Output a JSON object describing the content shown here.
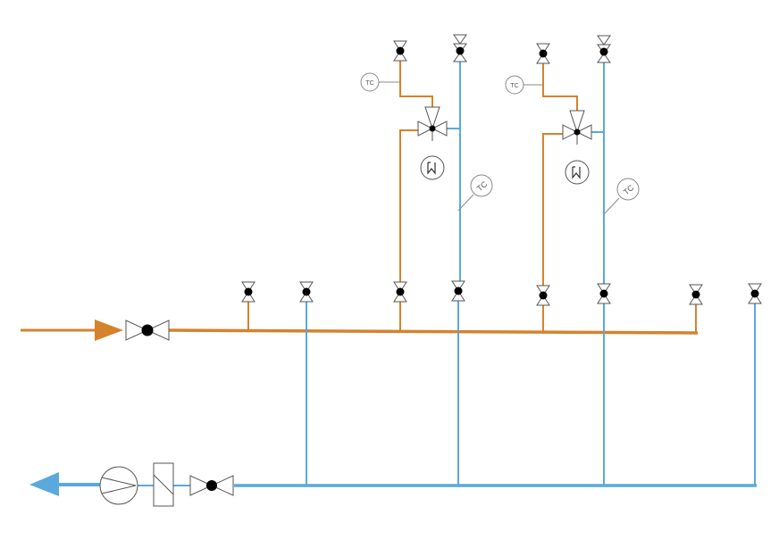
{
  "colors": {
    "hot": "#d4832c",
    "cold": "#5aa9dc",
    "outline": "#555555"
  },
  "controllers": [
    {
      "label": "TC"
    },
    {
      "label": "TC"
    },
    {
      "label": "TC"
    },
    {
      "label": "TC"
    }
  ],
  "icons": {
    "flow_in": "arrow-right-icon",
    "flow_out": "arrow-left-icon",
    "pump": "pump-icon",
    "filter": "filter-icon",
    "valve": "valve-icon",
    "mixing_valve": "three-way-valve-icon",
    "actuator": "motor-actuator-icon",
    "controller": "temperature-controller-icon"
  }
}
